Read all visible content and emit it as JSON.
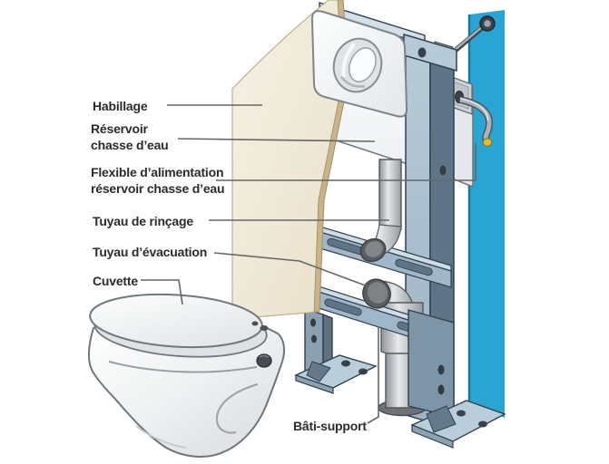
{
  "figure": {
    "type": "technical-diagram",
    "labels": [
      {
        "id": "habillage",
        "text": "Habillage"
      },
      {
        "id": "reservoir",
        "text": "Réservoir\nchasse d’eau"
      },
      {
        "id": "flexible",
        "text": "Flexible d’alimentation\nréservoir chasse d’eau"
      },
      {
        "id": "rincage",
        "text": "Tuyau de rinçage"
      },
      {
        "id": "evacuation",
        "text": "Tuyau d’évacuation"
      },
      {
        "id": "cuvette",
        "text": "Cuvette"
      },
      {
        "id": "bati",
        "text": "Bâti-support"
      }
    ],
    "colors": {
      "wall_panel": "#29a5d3",
      "frame_steel": "#a9c1d1",
      "frame_steel_dark": "#5f7486",
      "cover_panel": "#f1ebdb",
      "cover_panel_edge": "#c9b388",
      "pipe_gray": "#c6c9cb",
      "pipe_opening": "#595e62",
      "ceramic_white": "#fafbfb",
      "hose_fitting_yellow": "#e5bc2c",
      "label_text": "#2b2b2b",
      "leader_line": "#676767"
    }
  }
}
